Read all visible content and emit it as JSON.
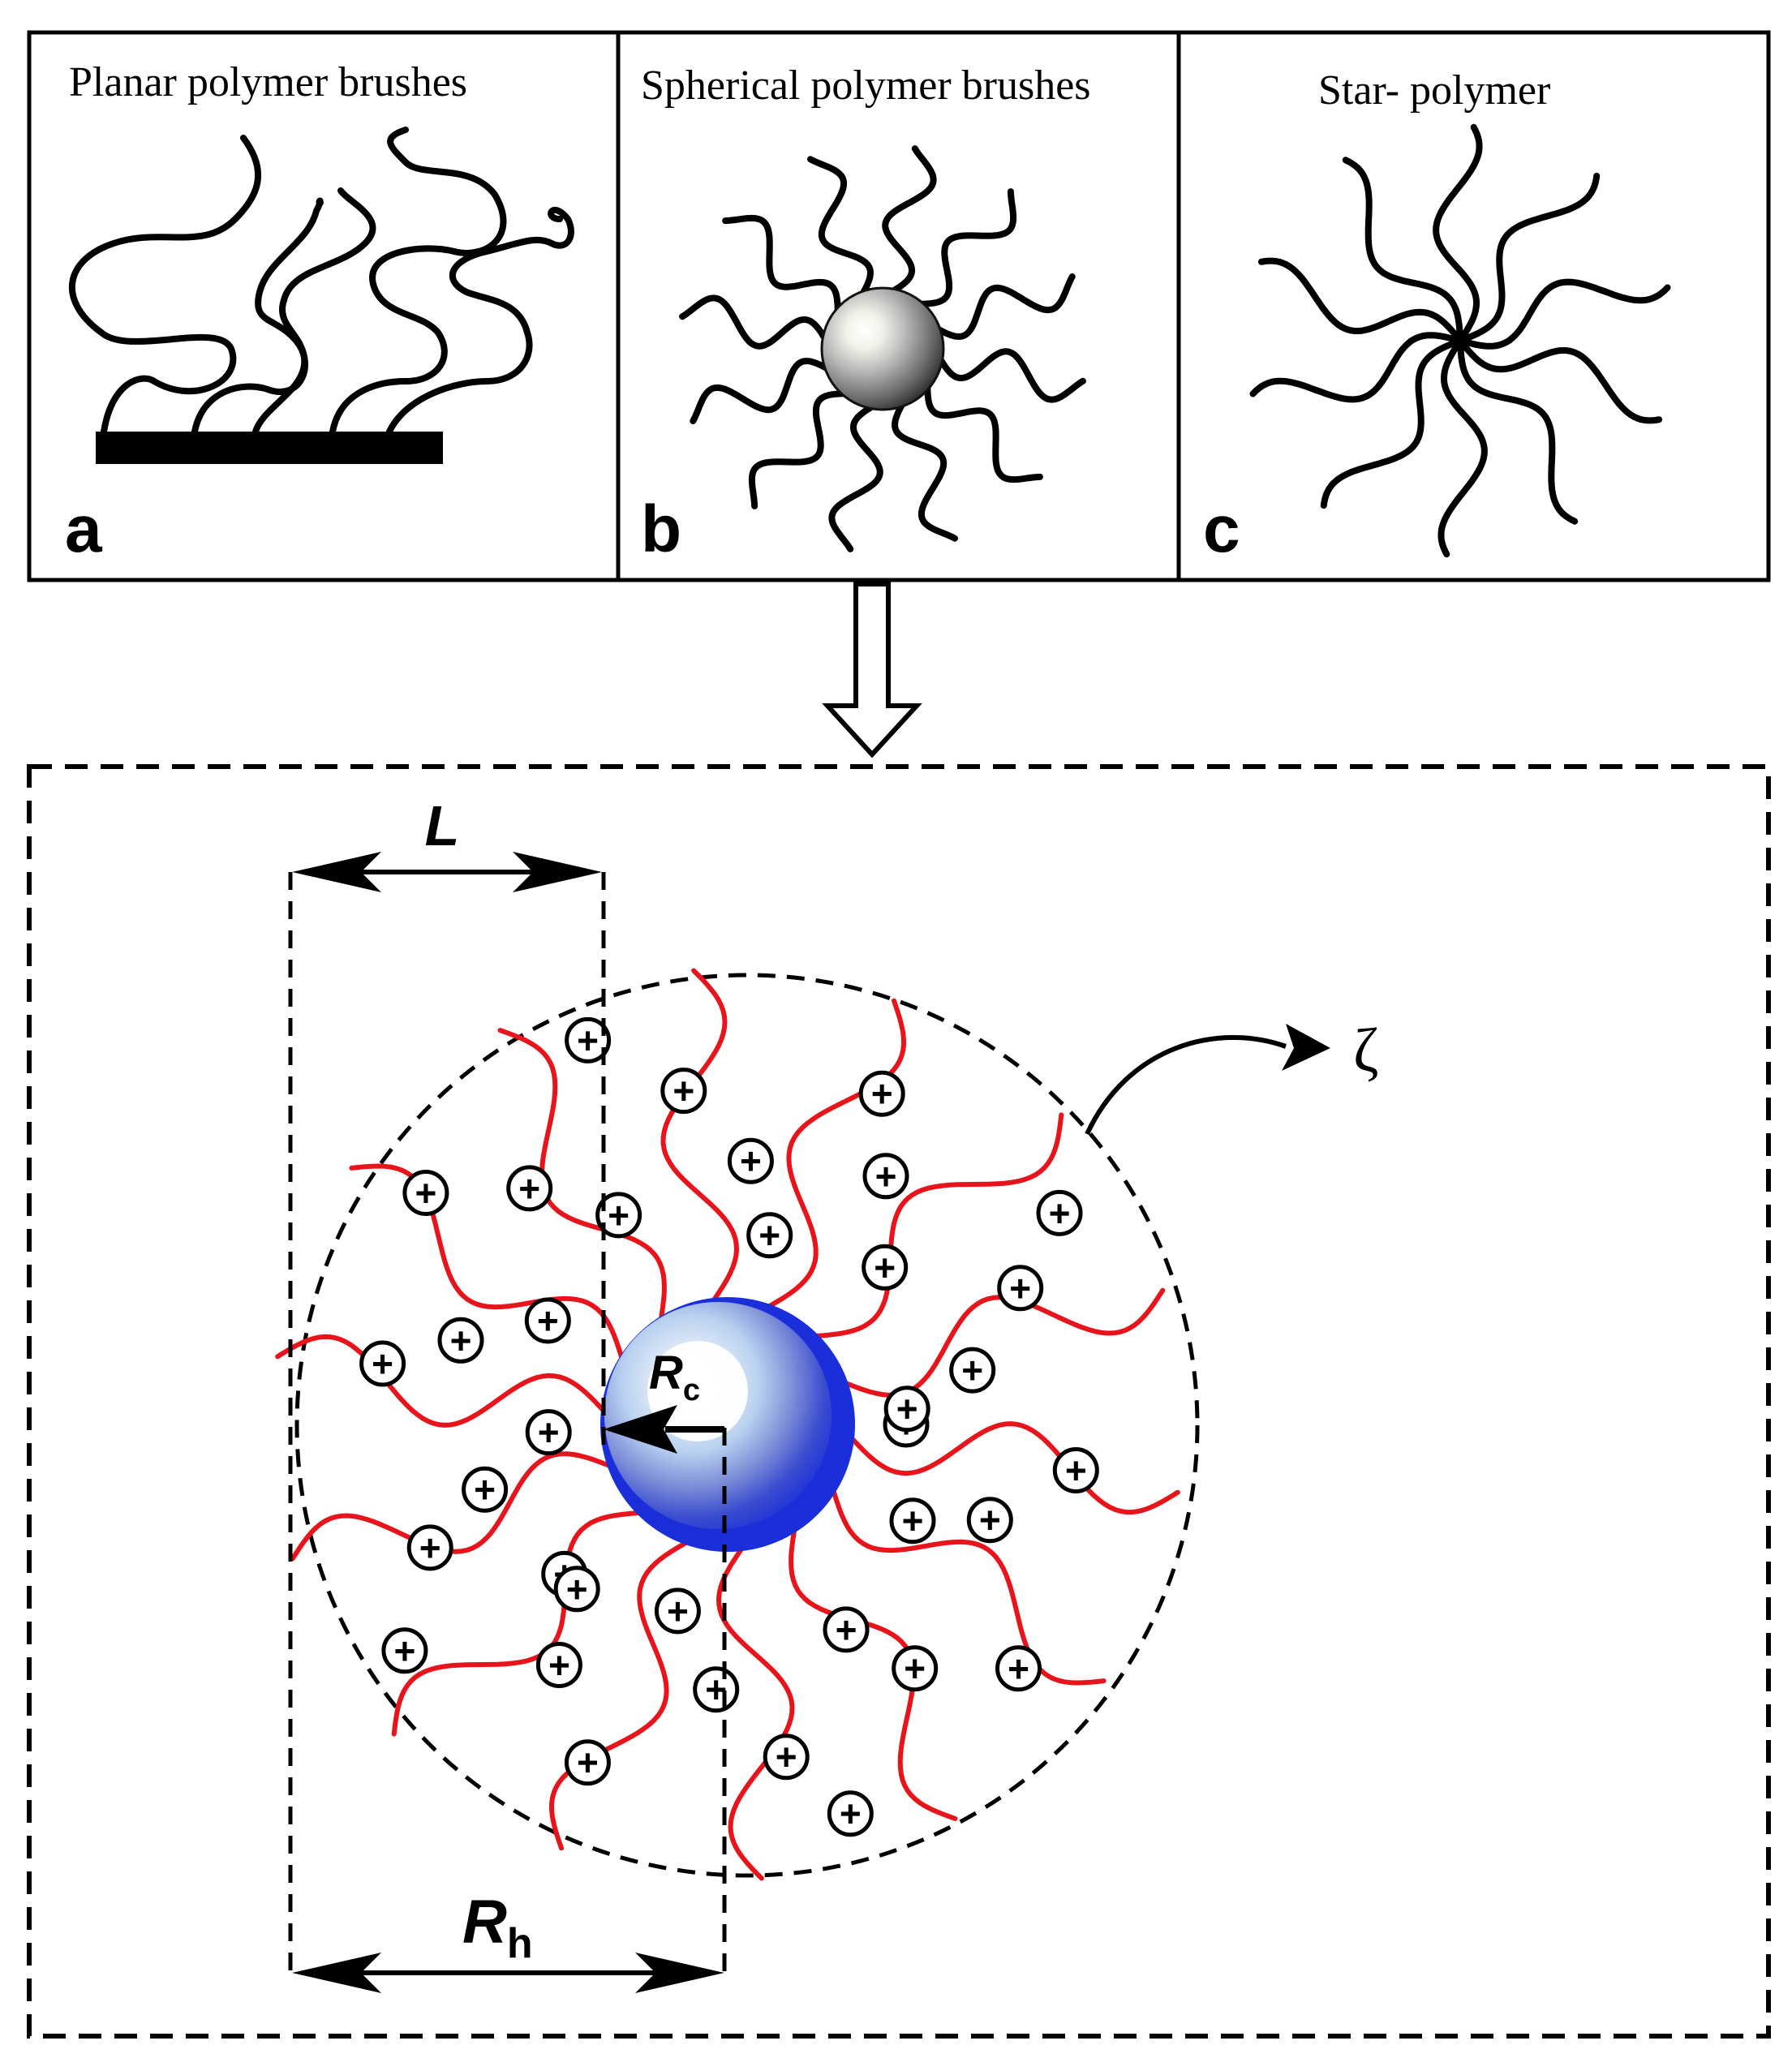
{
  "panels": [
    {
      "id": "a",
      "title": "Planar polymer brushes",
      "letter": "a"
    },
    {
      "id": "b",
      "title": "Spherical polymer brushes",
      "letter": "b"
    },
    {
      "id": "c",
      "title": "Star- polymer",
      "letter": "c"
    }
  ],
  "detail": {
    "length_label": "L",
    "core_radius_label": {
      "main": "R",
      "sub": "c"
    },
    "hydrodynamic_radius_label": {
      "main": "R",
      "sub": "h"
    },
    "zeta_label": "ζ",
    "charge_symbol": "+"
  },
  "colors": {
    "chain_red": "#e8141b",
    "core_blue": "#1a2fd9",
    "core_light": "#b9d1f0",
    "outline": "#000000"
  }
}
